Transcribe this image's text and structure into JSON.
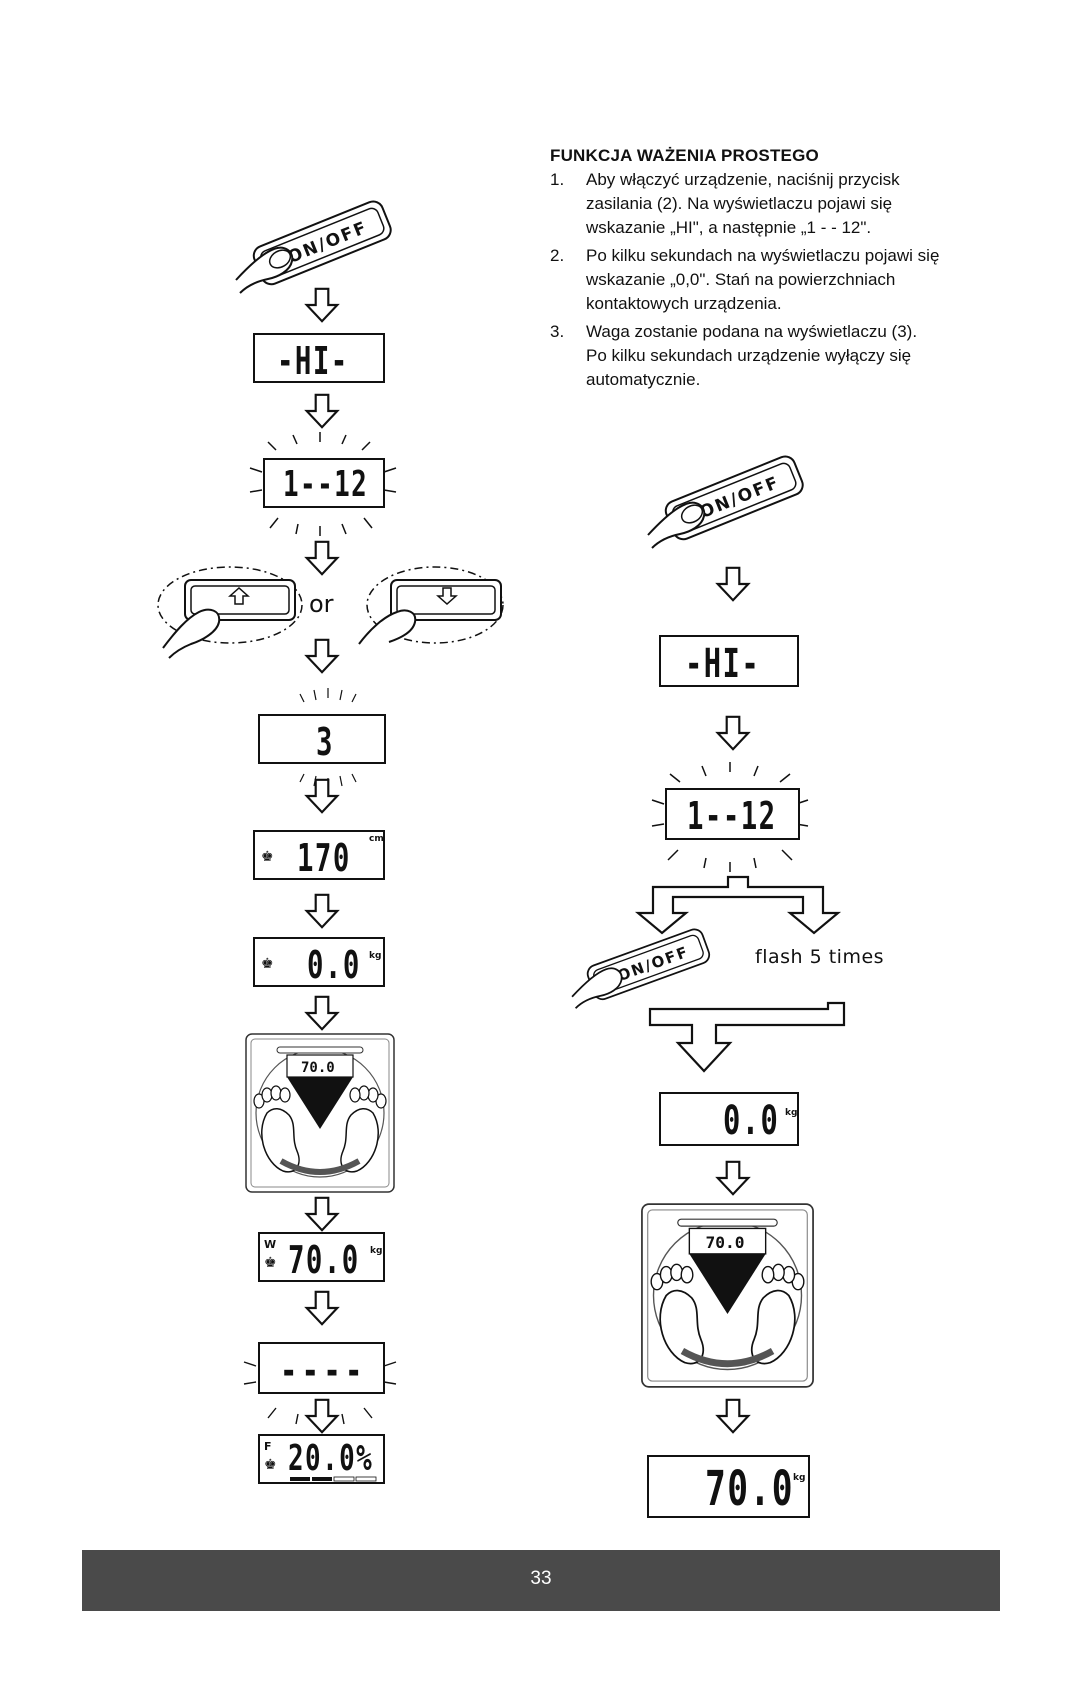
{
  "section": {
    "heading": "FUNKCJA WAŻENIA PROSTEGO",
    "steps": [
      {
        "num": "1.",
        "text": "Aby włączyć urządzenie, naciśnij przycisk zasilania (2). Na wyświetlaczu pojawi się wskazanie „HI\", a następnie „1 - - 12\"."
      },
      {
        "num": "2.",
        "text": "Po kilku sekundach na wyświetlaczu pojawi się wskazanie „0,0\". Stań na powierzchniach kontaktowych urządzenia."
      },
      {
        "num": "3.",
        "text": "Waga zostanie podana na wyświetlaczu (3). Po kilku sekundach urządzenie wyłączy się automatycznie."
      }
    ]
  },
  "left_flow": {
    "button_label": "ON/OFF",
    "display_hi": "-HI-",
    "display_user": "1--12",
    "or_label": "or",
    "display_three": "3",
    "display_height": "170",
    "height_unit": "cm",
    "display_zero": "0.0",
    "weight_unit": "kg",
    "scale_display": "70.0",
    "display_weight": "70.0",
    "weight_flag": "W",
    "display_dashes": "----",
    "display_fat": "20.0%",
    "fat_flag": "F"
  },
  "right_flow": {
    "button_label": "ON/OFF",
    "display_hi": "-HI-",
    "display_user": "1--12",
    "flash_label": "flash 5 times",
    "display_zero": "0.0",
    "zero_unit": "kg",
    "scale_display": "70.0",
    "display_weight": "70.0",
    "weight_unit": "kg"
  },
  "footer": {
    "page_number": "33"
  }
}
